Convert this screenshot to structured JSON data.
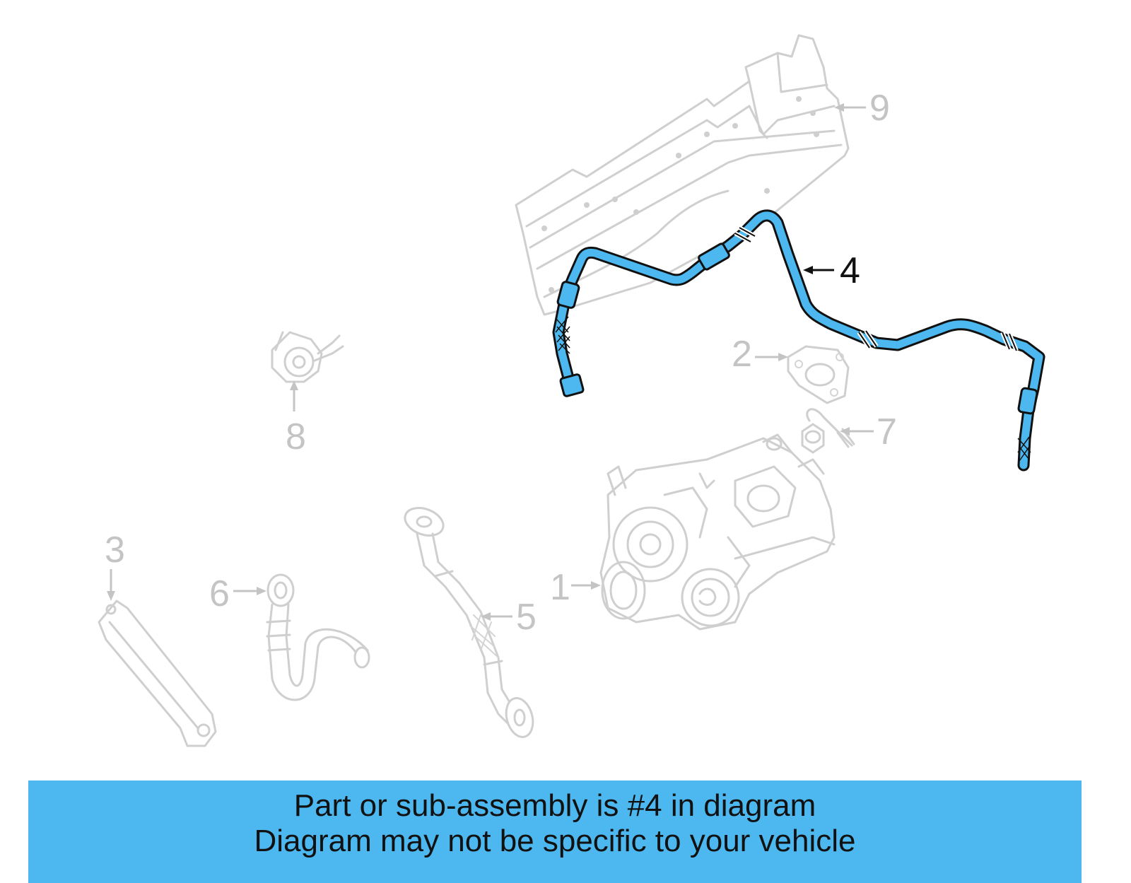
{
  "colors": {
    "highlight": "#4db8f0",
    "banner": "#4db8f0",
    "ghost": "#cfcfcf"
  },
  "callouts": [
    {
      "id": "1",
      "label": "1",
      "highlighted": false
    },
    {
      "id": "2",
      "label": "2",
      "highlighted": false
    },
    {
      "id": "3",
      "label": "3",
      "highlighted": false
    },
    {
      "id": "4",
      "label": "4",
      "highlighted": true
    },
    {
      "id": "5",
      "label": "5",
      "highlighted": false
    },
    {
      "id": "6",
      "label": "6",
      "highlighted": false
    },
    {
      "id": "7",
      "label": "7",
      "highlighted": false
    },
    {
      "id": "8",
      "label": "8",
      "highlighted": false
    },
    {
      "id": "9",
      "label": "9",
      "highlighted": false
    }
  ],
  "banner": {
    "line1": "Part or sub-assembly is #4 in diagram",
    "line2": "Diagram may not be specific to your vehicle"
  }
}
